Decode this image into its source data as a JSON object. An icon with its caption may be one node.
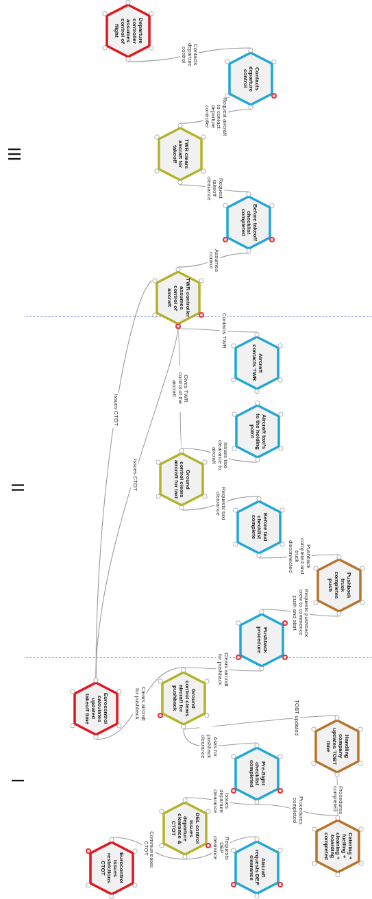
{
  "diagram": {
    "nodes": [
      {
        "text": [
          "Departure controller assumes control of flight"
        ]
      },
      {
        "text": [
          "Contacts departure control"
        ]
      },
      {
        "text": [
          "TWR clears aircraft for takeoff"
        ]
      },
      {
        "text": [
          "Before takeoff checklist completed"
        ]
      },
      {
        "text": [
          "TWR controller assumes control of aircraft"
        ]
      },
      {
        "text": [
          "Aircraft contacts TWR"
        ]
      },
      {
        "text": [
          "Aircraft taxi's to the holding point"
        ]
      },
      {
        "text": [
          "Ground control clears aircraft for taxi"
        ]
      },
      {
        "text": [
          "Before taxi checklist complete"
        ]
      },
      {
        "text": [
          "Pushback truck completes push"
        ]
      },
      {
        "text": [
          "Pushback procedure"
        ]
      },
      {
        "text": [
          "Eurocontrol calculates updated takeoff time"
        ]
      },
      {
        "text": [
          "Ground control clears aircraft for pushback"
        ]
      },
      {
        "text": [
          "Handling company updates TOBT time"
        ]
      },
      {
        "text": [
          "Pre-flight checklist completed"
        ]
      },
      {
        "text": [
          "DEL control issues departure clearance & CTOT"
        ]
      },
      {
        "text": [
          "Catering + fuelling + cleaning + boarding completed"
        ]
      },
      {
        "text": [
          "Eurocontrol issues restrictions CTOT"
        ]
      },
      {
        "text": [
          "Aircraft requests DEP clearance"
        ]
      }
    ],
    "edges": [
      {
        "from": 0,
        "to": 1,
        "arrow": "none",
        "label": "Contacts departure control"
      },
      {
        "from": 1,
        "to": 2,
        "arrow": "none",
        "label": "Request aircraft to contact departure controller"
      },
      {
        "from": 2,
        "to": 3,
        "arrow": "none",
        "label": "Request takeoff clearance"
      },
      {
        "from": 3,
        "to": 4,
        "arrow": "none",
        "label": "Assumes control"
      },
      {
        "from": 4,
        "to": 5,
        "arrow": "none",
        "label": "Contacts TWR"
      },
      {
        "from": 4,
        "to": 7,
        "arrow": "none",
        "label": "Gives TWR control of the aircraft"
      },
      {
        "from": 7,
        "to": 6,
        "arrow": "none",
        "label": "Issues taxi clearance to aircraft"
      },
      {
        "from": 7,
        "to": 8,
        "arrow": "none",
        "label": "Requests taxi clearance"
      },
      {
        "from": 8,
        "to": 9,
        "arrow": "none",
        "label": "Pushback completed and truck disconnected"
      },
      {
        "from": 9,
        "to": 10,
        "arrow": "none",
        "label": "Requests pushback crew to commence push and start"
      },
      {
        "from": 10,
        "to": 12,
        "arrow": "none",
        "label": "Clears aircraft for pushback"
      },
      {
        "from": 11,
        "to": 12,
        "arrow": "none",
        "label": "Clears aircraft for pushback"
      },
      {
        "from": 11,
        "to": 4,
        "arrow": "none",
        "label": "Issues CTOT"
      },
      {
        "from": 11,
        "to": 4,
        "arrow": "none",
        "label": "Issues CTOT"
      },
      {
        "from": 12,
        "to": 14,
        "arrow": "none",
        "label": "Asks for pushback clearance"
      },
      {
        "from": 12,
        "to": 13,
        "arrow": "none",
        "label": "TOBT updated"
      },
      {
        "from": 14,
        "to": 15,
        "arrow": "none",
        "label": "Issues departure clearance"
      },
      {
        "from": 14,
        "to": 16,
        "arrow": "none",
        "label": "Procedures completed"
      },
      {
        "from": 13,
        "to": 16,
        "arrow": "none",
        "label": "Procedures completed"
      },
      {
        "from": 17,
        "to": 15,
        "arrow": "none",
        "label": "Communicates CTOT"
      },
      {
        "from": 15,
        "to": 18,
        "arrow": "none",
        "label": "Requests DEP clearance"
      }
    ],
    "labels": [
      "III",
      "II",
      "I"
    ]
  }
}
